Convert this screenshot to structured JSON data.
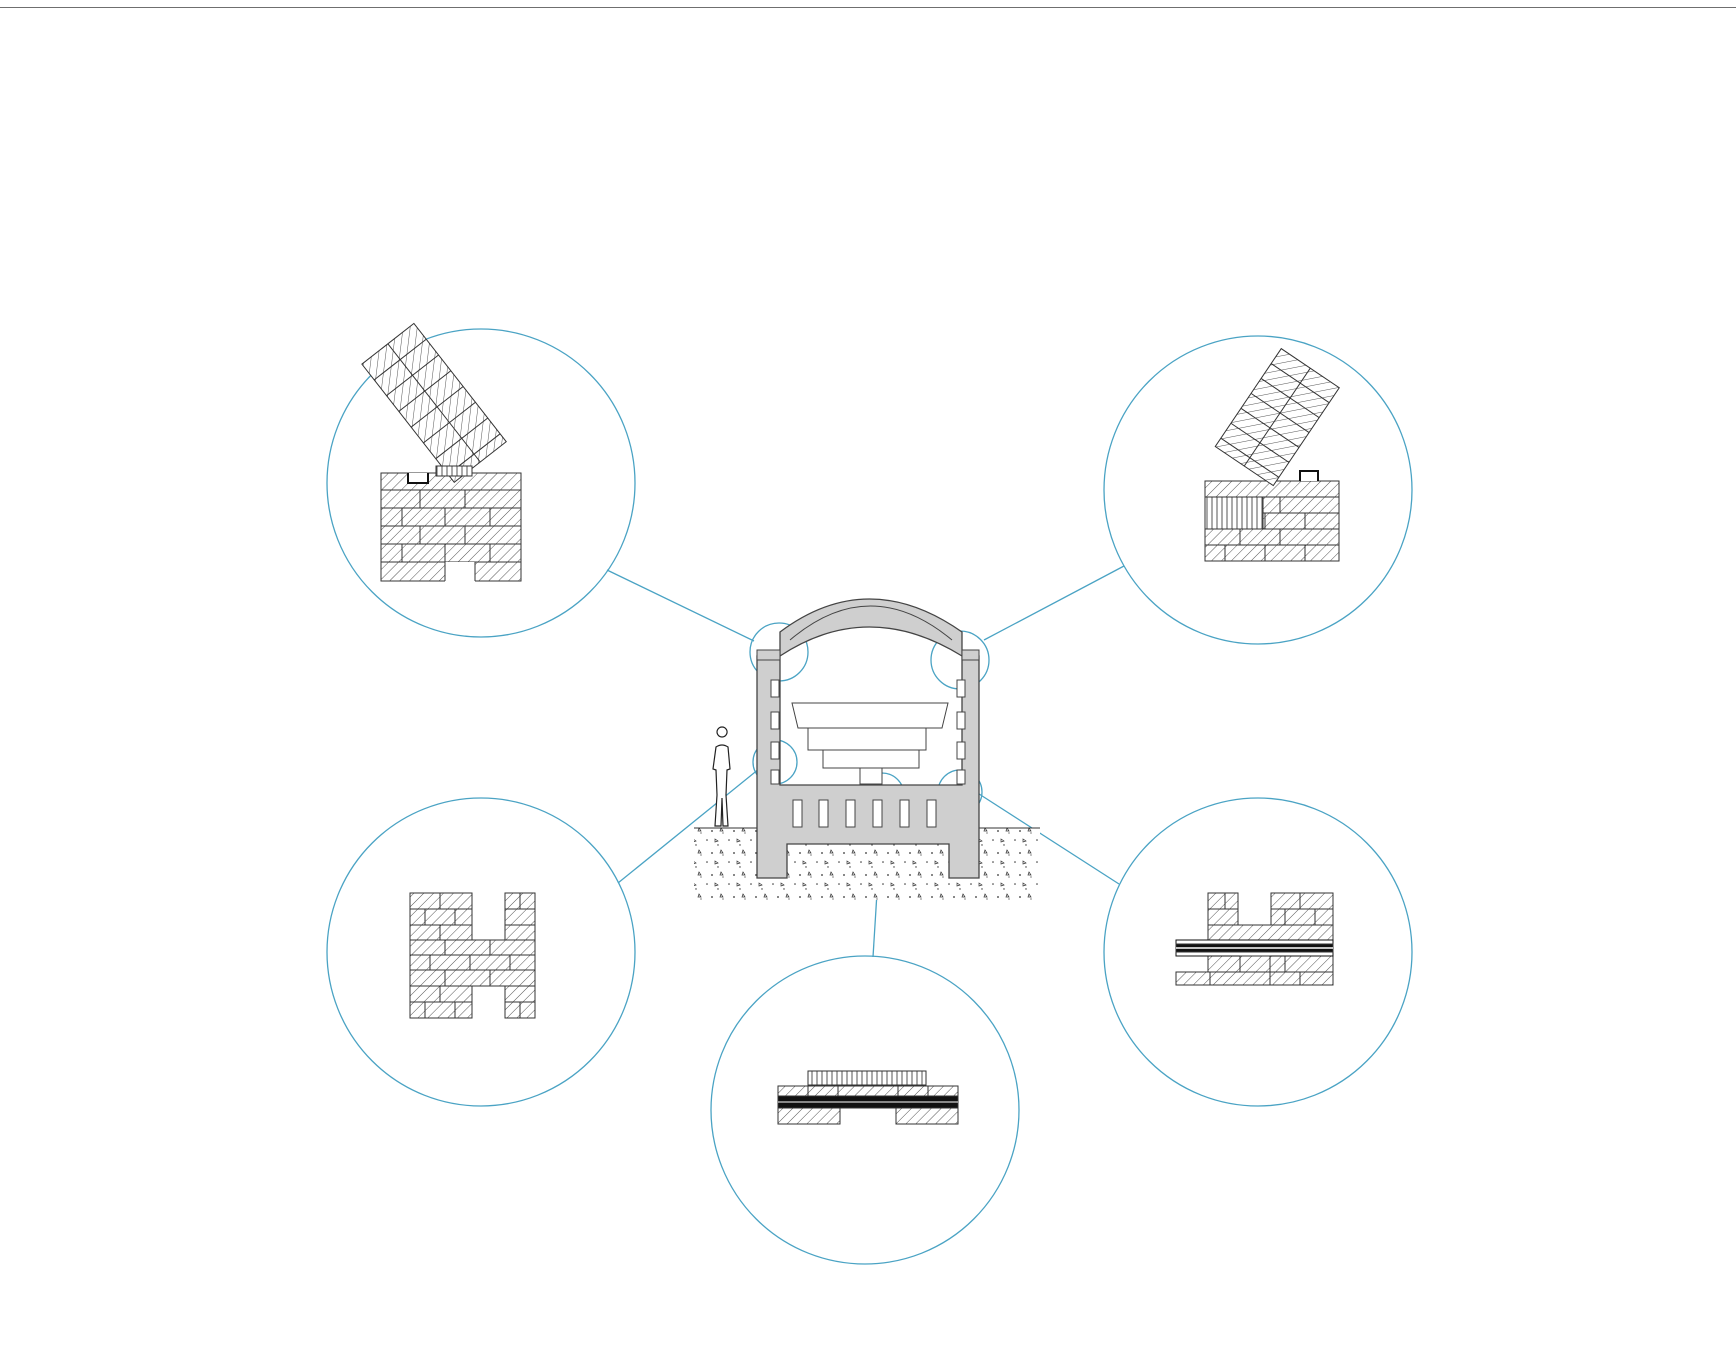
{
  "colors": {
    "callout_line": "#4aa3c4",
    "wall_fill": "#cfcfcf",
    "wall_stroke": "#444444",
    "brick_fill": "#e6e6e6",
    "hatch": "#555555",
    "ink": "#222222",
    "ground_dots": "#333333",
    "top_rule": "#6f6f6f"
  },
  "callouts": [
    {
      "id": "arch-springing-left",
      "detail": "arched-brick-vault-left"
    },
    {
      "id": "arch-springing-right",
      "detail": "arched-brick-vault-right"
    },
    {
      "id": "wall-cavity",
      "detail": "h-brick-bond"
    },
    {
      "id": "floor-slab",
      "detail": "slab-with-steel-plate"
    },
    {
      "id": "wall-floor-junction",
      "detail": "wall-with-steel-rod"
    }
  ],
  "icons": {
    "scale_figure": "human-silhouette-icon"
  }
}
